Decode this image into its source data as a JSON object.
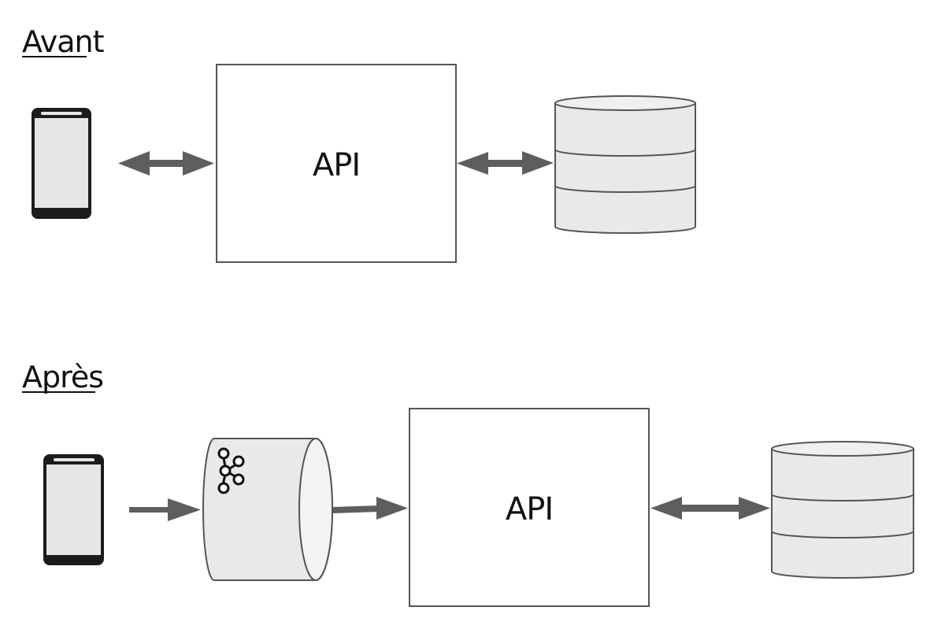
{
  "sections": {
    "before": {
      "title": "Avant",
      "api_label": "API"
    },
    "after": {
      "title": "Après",
      "api_label": "API"
    }
  },
  "icons": {
    "device": "smartphone-icon",
    "database": "database-icon",
    "queue": "kafka-topic-icon",
    "queue_logo": "kafka-logo-icon"
  },
  "colors": {
    "arrow": "#5e5e5e",
    "shape_fill": "#e9e9e9",
    "shape_stroke": "#555555",
    "phone_body": "#1c1c1c",
    "phone_screen": "#e6e6e6"
  }
}
